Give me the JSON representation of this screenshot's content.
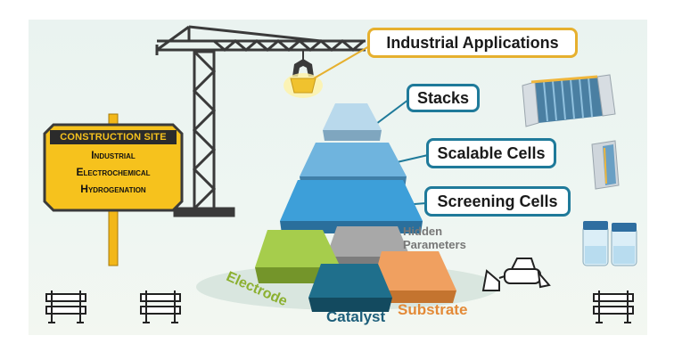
{
  "labels": {
    "industrial_applications": "Industrial Applications",
    "stacks": "Stacks",
    "scalable_cells": "Scalable Cells",
    "screening_cells": "Screening Cells"
  },
  "sign": {
    "header": "CONSTRUCTION SITE",
    "lines": [
      "Industrial",
      "Electrochemical",
      "Hydrogenation"
    ]
  },
  "blocks": {
    "electrode": "Electrode",
    "catalyst": "Catalyst",
    "substrate": "Substrate",
    "hidden_line1": "Hidden",
    "hidden_line2": "Parameters"
  },
  "colors": {
    "sign_yellow": "#f6c21d",
    "label_gold": "#e6b02e",
    "label_blue": "#1f7a9a",
    "electrode_green": "#9bc23c",
    "catalyst_teal": "#1c6a86",
    "substrate_orange": "#e7904a",
    "hidden_gray": "#9a9a9a",
    "pyramid_blue": "#49a6d8"
  }
}
